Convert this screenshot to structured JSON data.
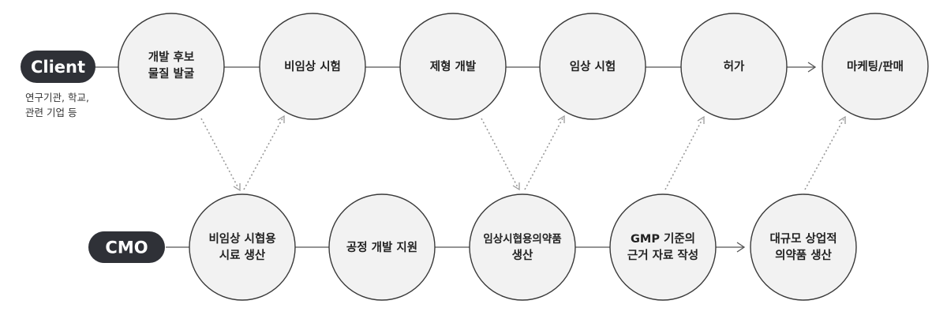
{
  "client": {
    "label": "Client",
    "description": [
      "연구기관, 학교,",
      "관련 기업 등"
    ],
    "steps": [
      {
        "lines": [
          "개발 후보",
          "물질 발굴"
        ]
      },
      {
        "lines": [
          "비임상 시험"
        ]
      },
      {
        "lines": [
          "제형 개발"
        ]
      },
      {
        "lines": [
          "임상 시험"
        ]
      },
      {
        "lines": [
          "허가"
        ]
      },
      {
        "lines": [
          "마케팅/판매"
        ]
      }
    ]
  },
  "cmo": {
    "label": "CMO",
    "steps": [
      {
        "lines": [
          "비임상 시협용",
          "시료 생산"
        ]
      },
      {
        "lines": [
          "공정 개발 지원"
        ]
      },
      {
        "lines": [
          "임상시협용의약품",
          "생산"
        ]
      },
      {
        "lines": [
          "GMP 기준의",
          "근거 자료 작성"
        ]
      },
      {
        "lines": [
          "대규모 상업적",
          "의약품 생산"
        ]
      }
    ]
  },
  "colors": {
    "pill": "#2f3137",
    "node_fill": "#f2f2f2",
    "node_stroke": "#3a3a3a",
    "dotted": "#9a9a9a"
  }
}
